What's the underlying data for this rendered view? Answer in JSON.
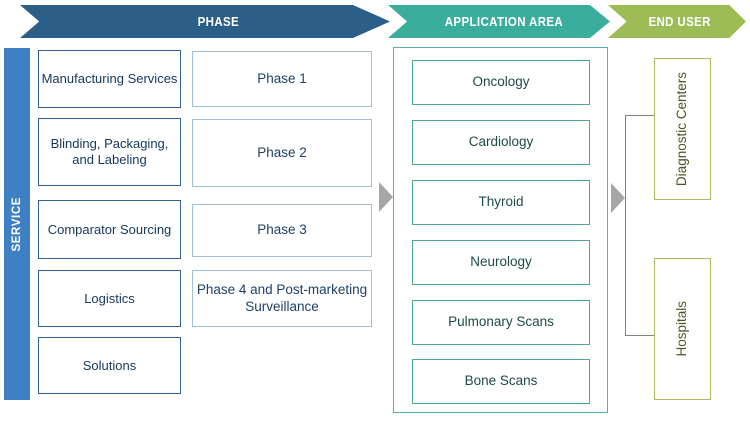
{
  "header": {
    "segments": [
      {
        "id": "phase",
        "label": "PHASE",
        "color": "#2c5f87"
      },
      {
        "id": "application",
        "label": "APPLICATION AREA",
        "color": "#3bad9c"
      },
      {
        "id": "end-user",
        "label": "END USER",
        "color": "#9cbc55"
      }
    ]
  },
  "service": {
    "bar_label": "SERVICE",
    "bar_color": "#3f80c4",
    "items": [
      {
        "label": "Manufacturing Services"
      },
      {
        "label": "Blinding, Packaging, and Labeling"
      },
      {
        "label": "Comparator Sourcing"
      },
      {
        "label": "Logistics"
      },
      {
        "label": "Solutions"
      }
    ]
  },
  "phase": {
    "border_color": "#9dc0dd",
    "items": [
      {
        "label": "Phase 1"
      },
      {
        "label": "Phase 2"
      },
      {
        "label": "Phase 3"
      },
      {
        "label": "Phase 4 and Post-marketing Surveillance"
      }
    ]
  },
  "application_area": {
    "border_color": "#4fa79a",
    "items": [
      {
        "label": "Oncology"
      },
      {
        "label": "Cardiology"
      },
      {
        "label": "Thyroid"
      },
      {
        "label": "Neurology"
      },
      {
        "label": "Pulmonary Scans"
      },
      {
        "label": "Bone Scans"
      }
    ]
  },
  "end_user": {
    "border_color": "#a5bd5f",
    "items": [
      {
        "label": "Diagnostic Centers"
      },
      {
        "label": "Hospitals"
      }
    ]
  },
  "connectors": {
    "arrow_color": "#a6a6a6",
    "bracket_color": "#808080"
  }
}
